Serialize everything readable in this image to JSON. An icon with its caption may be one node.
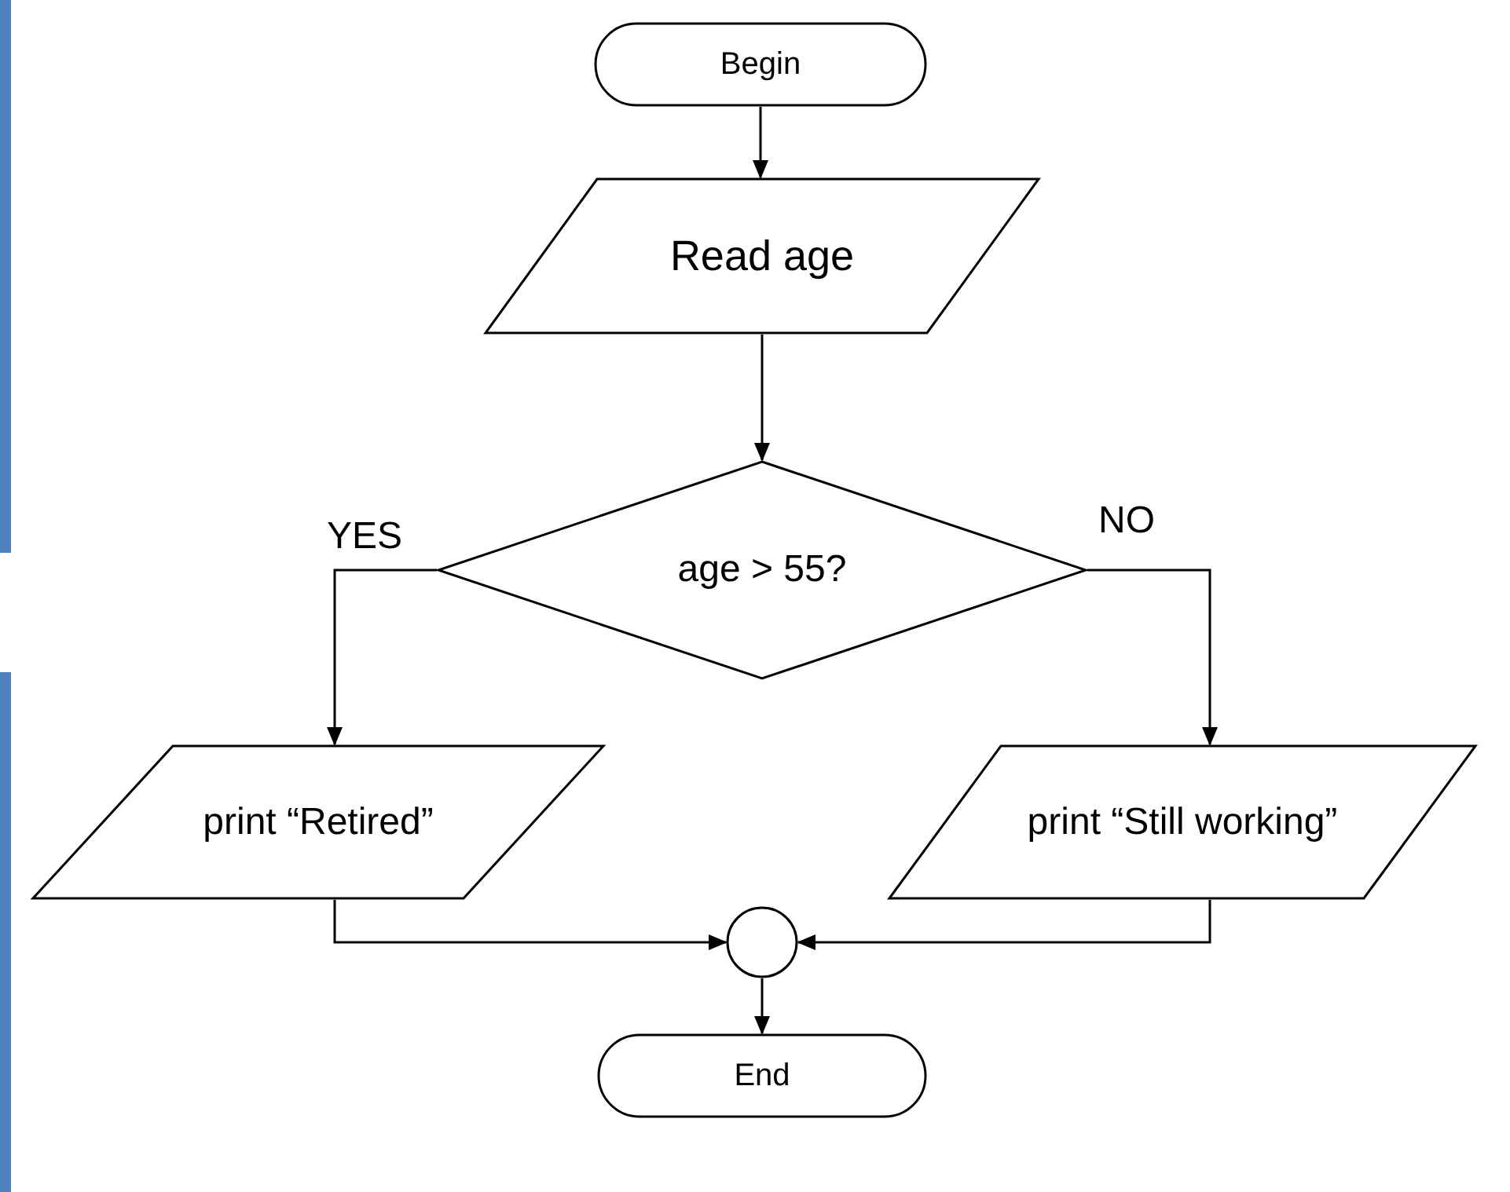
{
  "diagram": {
    "nodes": [
      {
        "text": [
          "Begin"
        ]
      },
      {
        "text": [
          "Read age"
        ]
      },
      {
        "text": [
          "age > 55?"
        ]
      },
      {
        "text": [
          "print “Retired”"
        ]
      },
      {
        "text": [
          "print “Still working”"
        ]
      },
      {
        "text": [],
        "shape": "circle"
      },
      {
        "text": [
          "End"
        ]
      }
    ],
    "edges": [
      {
        "from": 0,
        "to": 1,
        "arrow": "to"
      },
      {
        "from": 1,
        "to": 2,
        "arrow": "to"
      },
      {
        "from": 2,
        "to": 3,
        "arrow": "to",
        "label": "YES"
      },
      {
        "from": 2,
        "to": 4,
        "arrow": "to",
        "label": "NO"
      },
      {
        "from": 3,
        "to": 5,
        "arrow": "to"
      },
      {
        "from": 4,
        "to": 5,
        "arrow": "to"
      },
      {
        "from": 5,
        "to": 6,
        "arrow": "to"
      }
    ]
  }
}
